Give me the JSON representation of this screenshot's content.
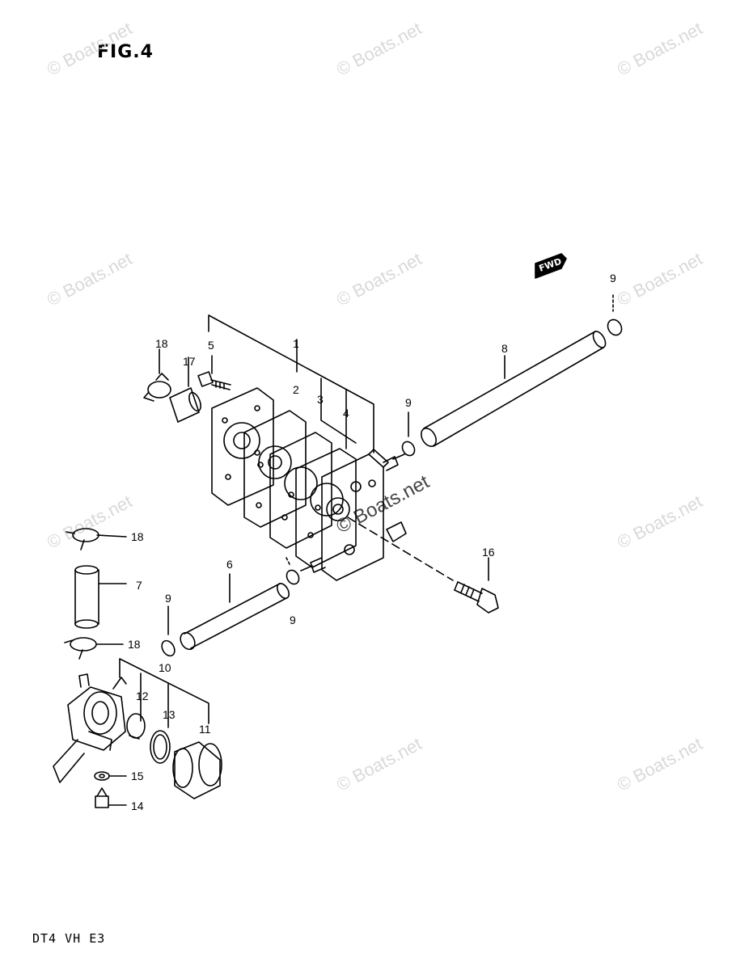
{
  "figure": {
    "title": "FIG.4",
    "model_code": "DT4  VH  E3",
    "direction_tag": "FWD",
    "watermark": "© Boats.net",
    "callouts": [
      "1",
      "2",
      "3",
      "4",
      "5",
      "6",
      "7",
      "8",
      "9",
      "9",
      "9",
      "9",
      "10",
      "11",
      "12",
      "13",
      "14",
      "15",
      "16",
      "17",
      "18",
      "18",
      "18"
    ]
  },
  "colors": {
    "line": "#000000",
    "watermark": "#d9d9d9",
    "background": "#ffffff"
  }
}
